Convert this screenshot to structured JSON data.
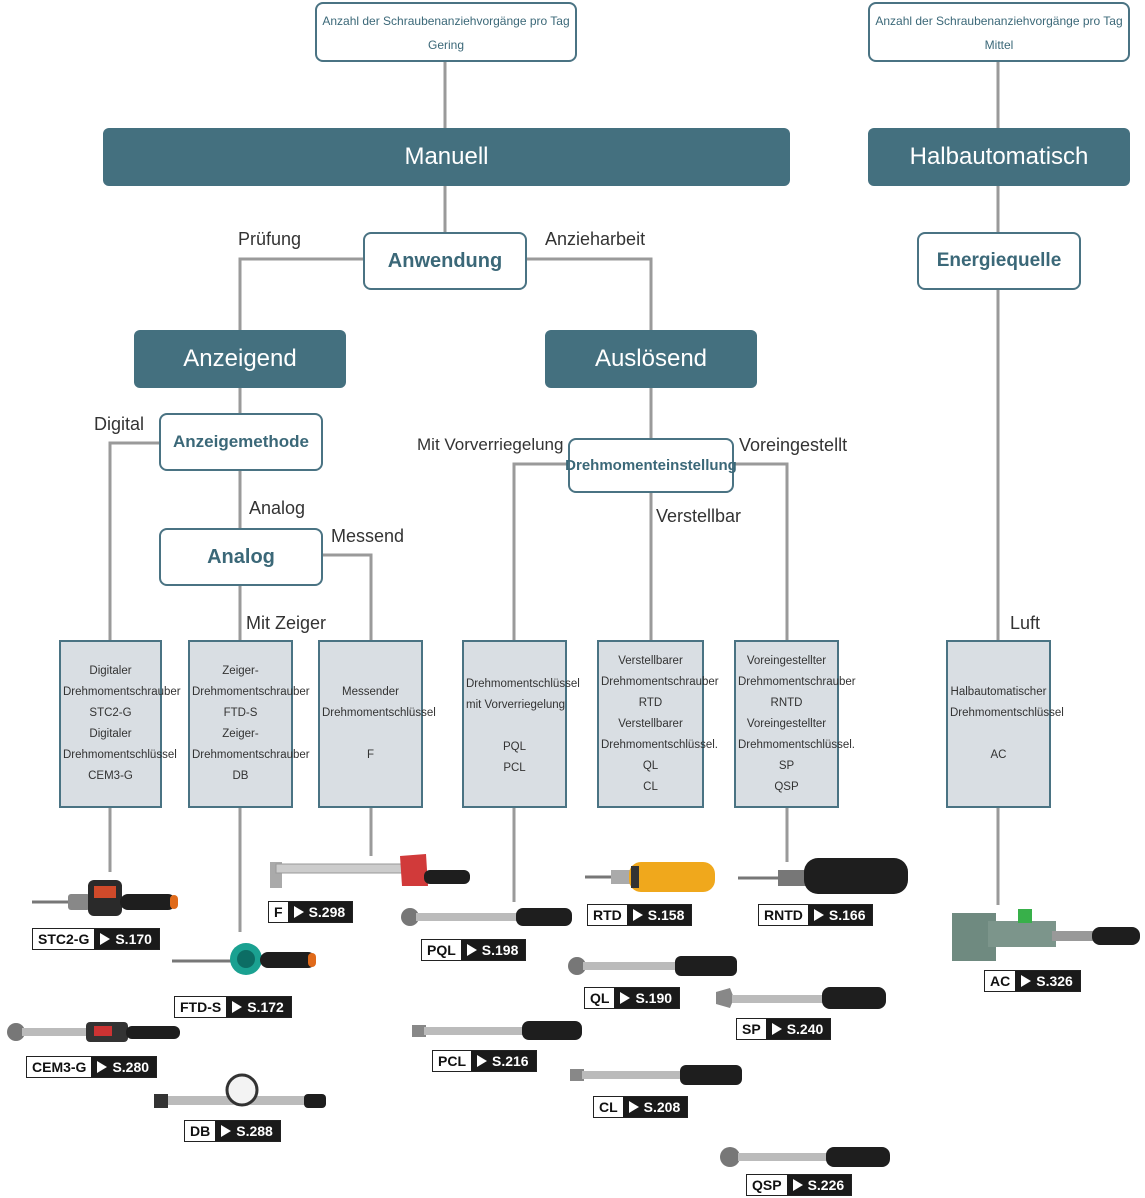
{
  "top_left": {
    "line1": "Anzahl der Schraubenanziehvorgänge pro Tag",
    "line2": "Gering"
  },
  "top_right": {
    "line1": "Anzahl der Schraubenanziehvorgänge pro Tag",
    "line2": "Mittel"
  },
  "bars": {
    "manual": "Manuell",
    "semi": "Halbautomatisch",
    "display": "Anzeigend",
    "trigger": "Auslösend"
  },
  "questions": {
    "application": "Anwendung",
    "energy": "Energiequelle",
    "display_method": "Anzeigemethode",
    "analog": "Analog",
    "torque_setting": "Drehmomenteinstellung"
  },
  "labels": {
    "pruefung": "Prüfung",
    "anzieharbeit": "Anzieharbeit",
    "digital": "Digital",
    "analog": "Analog",
    "messend": "Messend",
    "mit_zeiger": "Mit Zeiger",
    "mit_vorverriegelung": "Mit Vorverriegelung",
    "voreingestellt": "Voreingestellt",
    "verstellbar": "Verstellbar",
    "luft": "Luft"
  },
  "products": [
    {
      "lines": [
        "Digitaler",
        "Drehmomentschrauber",
        "STC2-G",
        "Digitaler",
        "Drehmomentschlüssel",
        "CEM3-G"
      ]
    },
    {
      "lines": [
        "Zeiger-",
        "Drehmomentschrauber",
        "FTD-S",
        "Zeiger-",
        "Drehmomentschrauber",
        "DB"
      ]
    },
    {
      "lines": [
        "Messender",
        "Drehmomentschlüssel",
        "",
        "F"
      ]
    },
    {
      "lines": [
        "Drehmomentschlüssel",
        "mit Vorverriegelung",
        "",
        "PQL",
        "PCL"
      ]
    },
    {
      "lines": [
        "Verstellbarer",
        "Drehmomentschrauber",
        "RTD",
        "Verstellbarer",
        "Drehmomentschlüssel.",
        "QL",
        "CL"
      ]
    },
    {
      "lines": [
        "Voreingestellter",
        "Drehmomentschrauber",
        "RNTD",
        "Voreingestellter",
        "Drehmomentschlüssel.",
        "SP",
        "QSP"
      ]
    },
    {
      "lines": [
        "Halbautomatischer",
        "Drehmomentschlüssel",
        "",
        "AC"
      ]
    }
  ],
  "tags": [
    {
      "name": "STC2-G",
      "page": "S.170"
    },
    {
      "name": "FTD-S",
      "page": "S.172"
    },
    {
      "name": "CEM3-G",
      "page": "S.280"
    },
    {
      "name": "DB",
      "page": "S.288"
    },
    {
      "name": "F",
      "page": "S.298"
    },
    {
      "name": "PQL",
      "page": "S.198"
    },
    {
      "name": "PCL",
      "page": "S.216"
    },
    {
      "name": "RTD",
      "page": "S.158"
    },
    {
      "name": "QL",
      "page": "S.190"
    },
    {
      "name": "CL",
      "page": "S.208"
    },
    {
      "name": "RNTD",
      "page": "S.166"
    },
    {
      "name": "SP",
      "page": "S.240"
    },
    {
      "name": "QSP",
      "page": "S.226"
    },
    {
      "name": "AC",
      "page": "S.326"
    }
  ],
  "colors": {
    "accent": "#44707f",
    "box_fill": "#d9dee3",
    "line": "#9a9a9a"
  }
}
